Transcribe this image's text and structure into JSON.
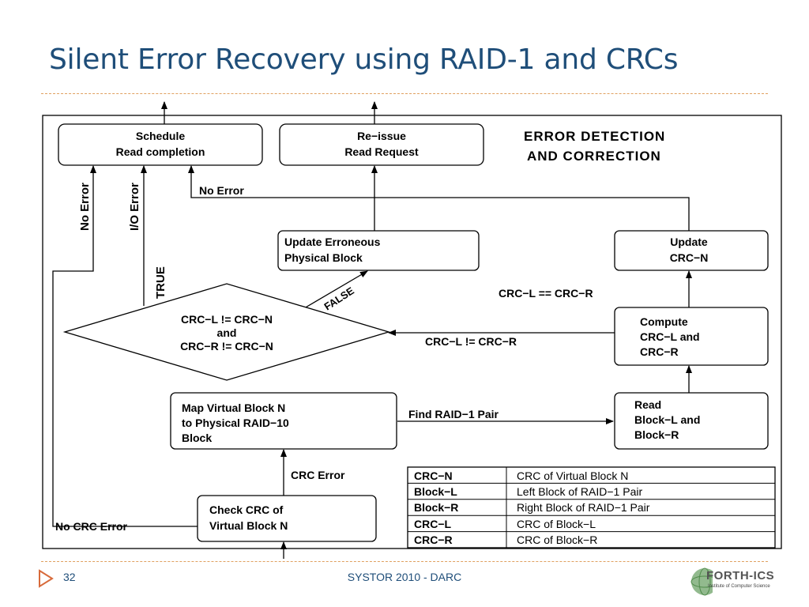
{
  "slide": {
    "title": "Silent Error Recovery using RAID-1 and CRCs",
    "page_number": "32",
    "footer_text": "SYSTOR 2010 - DARC",
    "logo_text": "FORTH-ICS",
    "logo_subtext": "Institute of Computer Science"
  },
  "diagram": {
    "heading_line1": "ERROR DETECTION",
    "heading_line2": "AND CORRECTION",
    "boxes": {
      "schedule_line1": "Schedule",
      "schedule_line2": "Read completion",
      "reissue_line1": "Re−issue",
      "reissue_line2": "Read Request",
      "update_erroneous_line1": "Update Erroneous",
      "update_erroneous_line2": "Physical Block",
      "update_crc_line1": "Update",
      "update_crc_line2": "CRC−N",
      "compute_line1": "Compute",
      "compute_line2": "CRC−L and",
      "compute_line3": "CRC−R",
      "map_line1": "Map Virtual Block N",
      "map_line2": "to Physical RAID−10",
      "map_line3": "Block",
      "read_line1": "Read",
      "read_line2": "Block−L and",
      "read_line3": "Block−R",
      "check_line1": "Check CRC of",
      "check_line2": "Virtual Block N"
    },
    "decision_line1": "CRC−L != CRC−N",
    "decision_line2": "and",
    "decision_line3": "CRC−R != CRC−N",
    "labels": {
      "no_error_top": "No Error",
      "no_error_vertical": "No Error",
      "io_error_vertical": "I/O Error",
      "true_label": "TRUE",
      "false_label": "FALSE",
      "crc_equal": "CRC−L == CRC−R",
      "crc_not_equal": "CRC−L != CRC−R",
      "find_pair": "Find RAID−1 Pair",
      "crc_error": "CRC Error",
      "no_crc_error": "No CRC Error"
    },
    "legend": [
      {
        "term": "CRC−N",
        "definition": "CRC of Virtual Block N"
      },
      {
        "term": "Block−L",
        "definition": "Left Block of RAID−1 Pair"
      },
      {
        "term": "Block−R",
        "definition": "Right Block of RAID−1 Pair"
      },
      {
        "term": "CRC−L",
        "definition": "CRC of Block−L"
      },
      {
        "term": "CRC−R",
        "definition": "CRC of Block−R"
      }
    ]
  }
}
